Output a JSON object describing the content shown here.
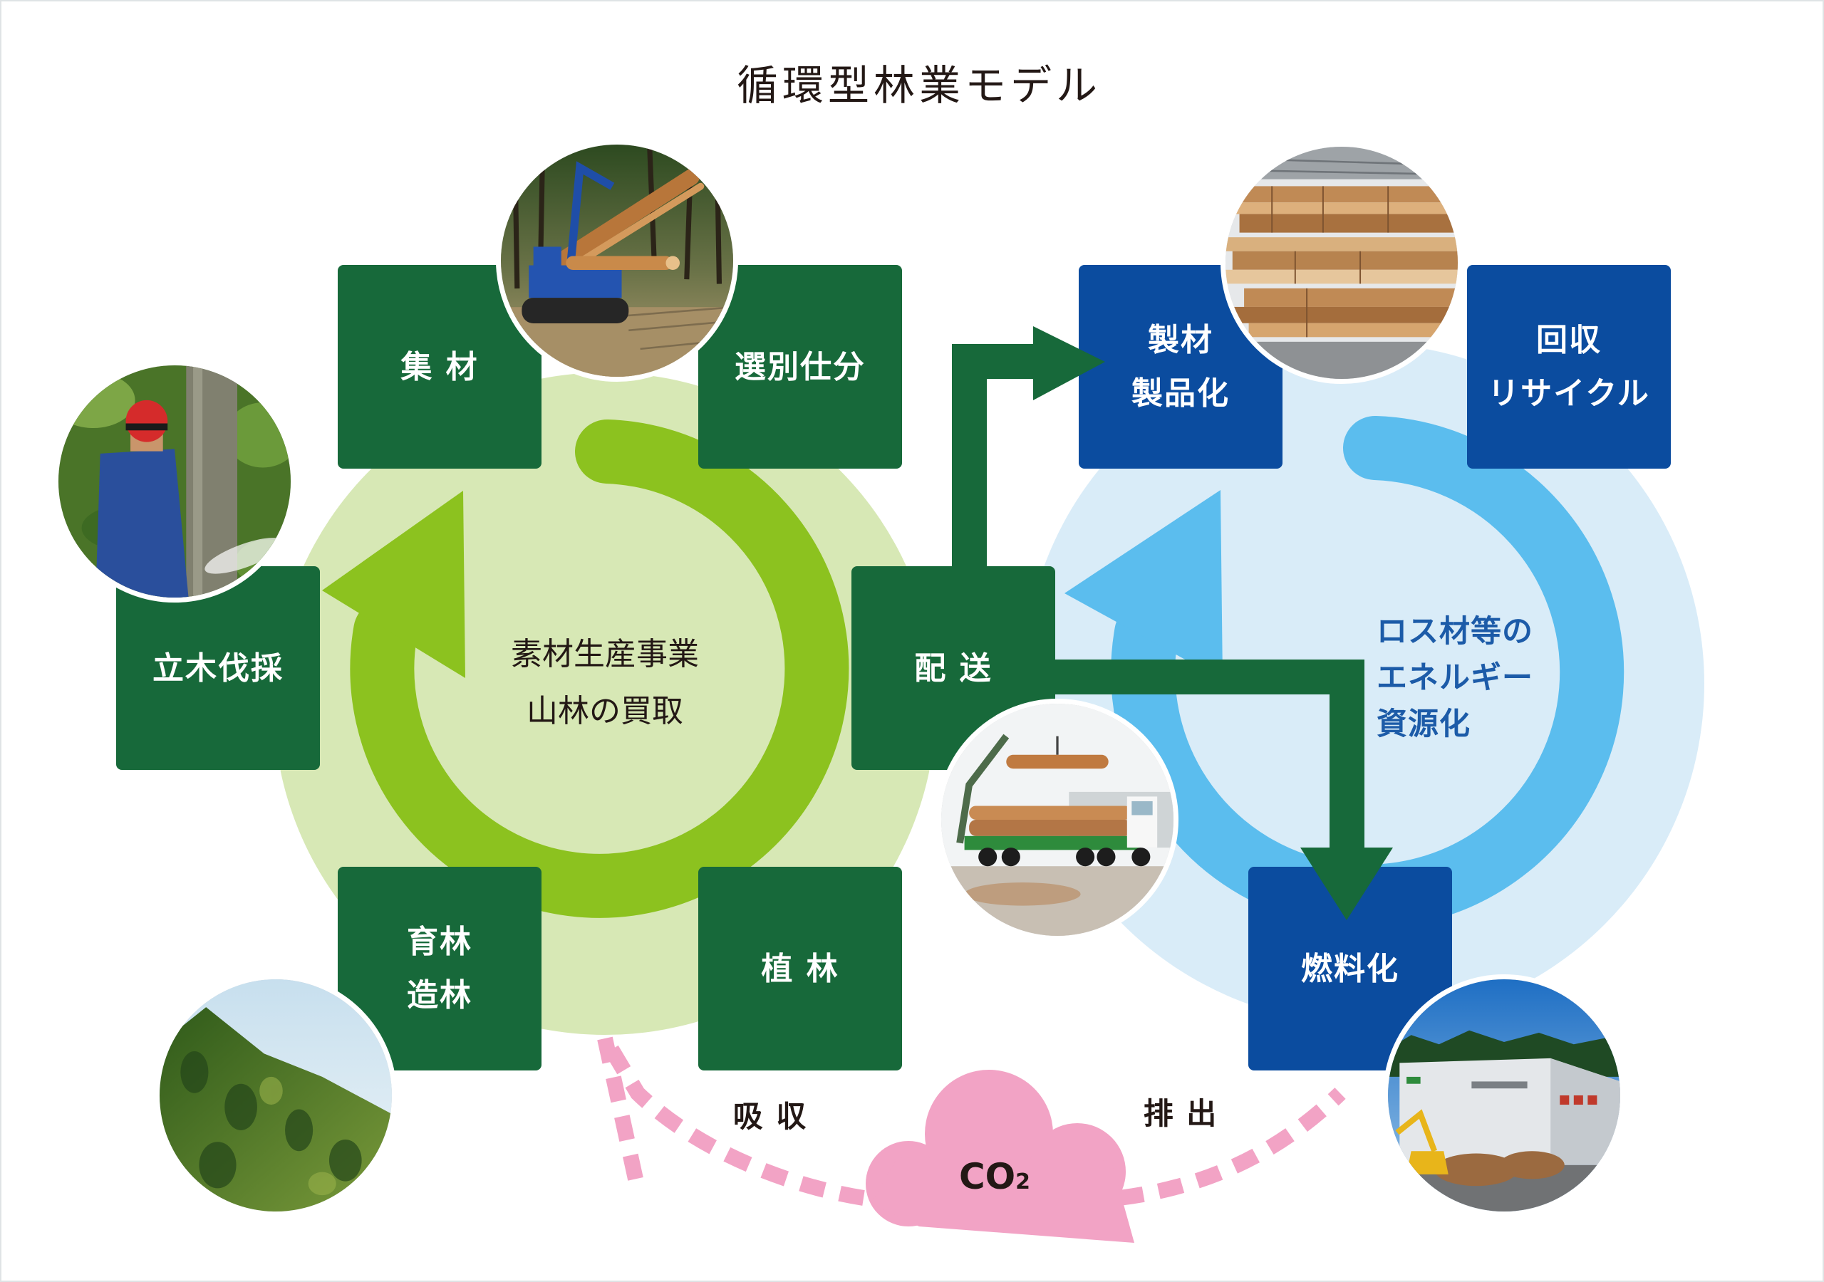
{
  "title": "循環型林業モデル",
  "left_cycle": {
    "center_lines": [
      "素材生産事業",
      "山林の買取"
    ],
    "collect": "集 材",
    "sort": "選別仕分",
    "fell": "立木伐採",
    "deliver": "配 送",
    "nurture_lines": [
      "育林",
      "造林"
    ],
    "plant": "植 林"
  },
  "right_cycle": {
    "lumber_lines": [
      "製材",
      "製品化"
    ],
    "recycle_lines": [
      "回収",
      "リサイクル"
    ],
    "fuel": "燃料化",
    "center_lines": [
      "ロス材等の",
      "エネルギー",
      "資源化"
    ]
  },
  "carbon": {
    "label": "CO",
    "subscript": "2",
    "absorb": "吸 収",
    "emit": "排 出"
  },
  "colors": {
    "forestry_box": "#17693a",
    "lumber_box": "#0b4c9f",
    "forestry_ring": "#8cc21f",
    "forestry_background": "#d7e8b5",
    "lumber_ring": "#5bbdee",
    "lumber_background": "#d9ecf8",
    "lumber_text": "#1c5ba8",
    "carbon": "#f2a3c5"
  }
}
